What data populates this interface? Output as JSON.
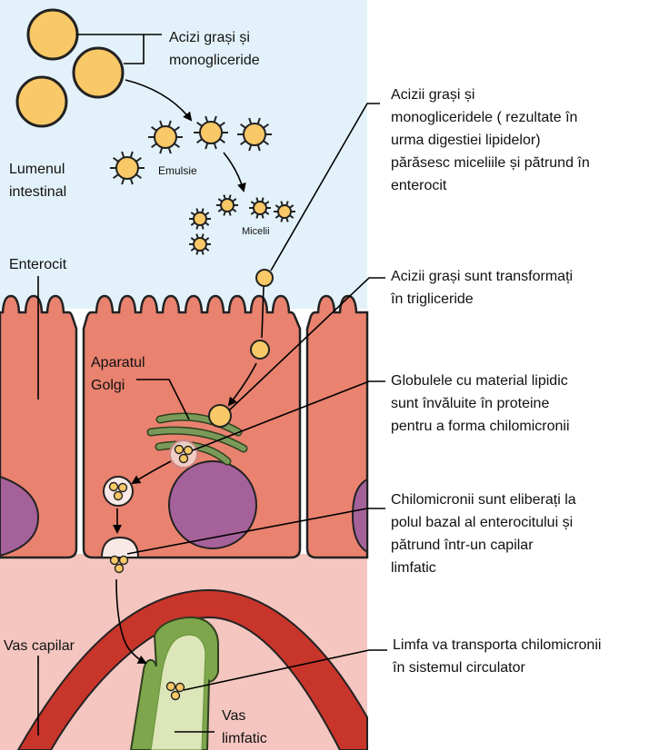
{
  "colors": {
    "lumen_bg": "#e3f2fa",
    "enterocyte": "#e9826f",
    "enterocyte_outline": "#222222",
    "nucleus": "#a5619a",
    "tissue_bg": "#f4c6bf",
    "capillary": "#c8352b",
    "lymph_vessel": "#cfdd9c",
    "lymph_outline": "#6f9740",
    "golgi": "#7a9a5a",
    "fat_droplet": "#f9c867"
  },
  "labels": {
    "fatty_acids": [
      "Acizi grași și",
      "monogliceride"
    ],
    "emulsion": "Emulsie",
    "micelles": "Micelii",
    "lumen": [
      "Lumenul",
      "intestinal"
    ],
    "enterocyte": "Enterocit",
    "golgi": [
      "Aparatul",
      "Golgi"
    ],
    "blood_capillary": "Vas capilar",
    "lymph_vessel": [
      "Vas",
      "limfatic"
    ]
  },
  "annotations": [
    [
      "Acizii grași și",
      "monogliceridele  ( rezultate în",
      "urma digestiei lipidelor)",
      "părăsesc miceliile și pătrund în",
      "enterocit"
    ],
    [
      "Acizii grași sunt transformați",
      "în trigliceride"
    ],
    [
      "Globulele cu material lipidic",
      "sunt învăluite în proteine",
      "pentru a forma chilomicronii"
    ],
    [
      "Chilomicronii sunt eliberați la",
      "polul bazal al enterocitului și",
      "pătrund într-un capilar",
      "limfatic"
    ],
    [
      "Limfa va transporta chilomicronii",
      "în sistemul circulator"
    ]
  ]
}
